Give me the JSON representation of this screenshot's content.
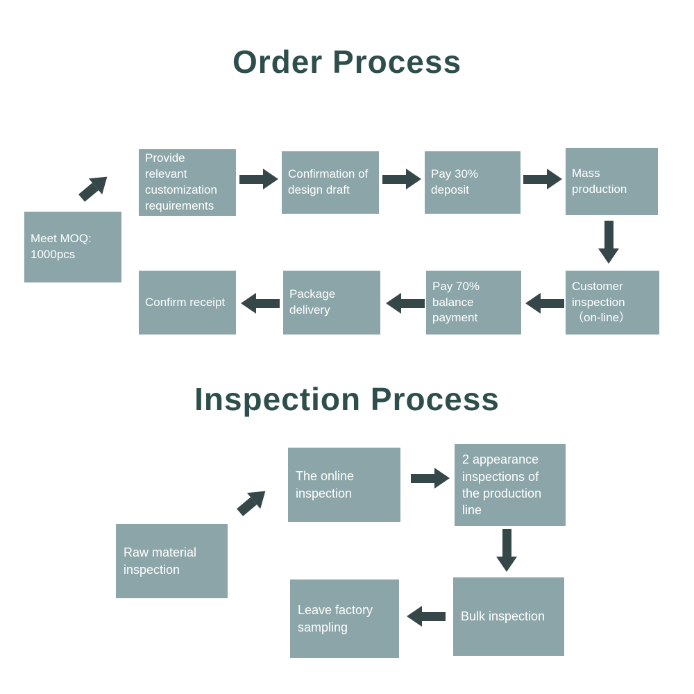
{
  "colors": {
    "background": "#ffffff",
    "box_fill": "#8ba5a8",
    "box_text": "#ffffff",
    "arrow": "#36474a",
    "title": "#2e4e4c"
  },
  "order_process": {
    "title": "Order Process",
    "boxes": {
      "meet_moq": "Meet MOQ: 1000pcs",
      "requirements": "Provide relevant customization requirements",
      "design_draft": "Confirmation of design draft",
      "deposit": "Pay 30% deposit",
      "mass_production": "Mass production",
      "customer_inspection": "Customer inspection（on-line）",
      "balance_payment": "Pay 70% balance payment",
      "package_delivery": "Package delivery",
      "confirm_receipt": "Confirm receipt"
    }
  },
  "inspection_process": {
    "title": "Inspection Process",
    "boxes": {
      "raw_material": "Raw material inspection",
      "online_inspection": "The online inspection",
      "appearance": "2 appearance inspections of the production line",
      "bulk": "Bulk inspection",
      "factory_sampling": "Leave factory sampling"
    }
  }
}
